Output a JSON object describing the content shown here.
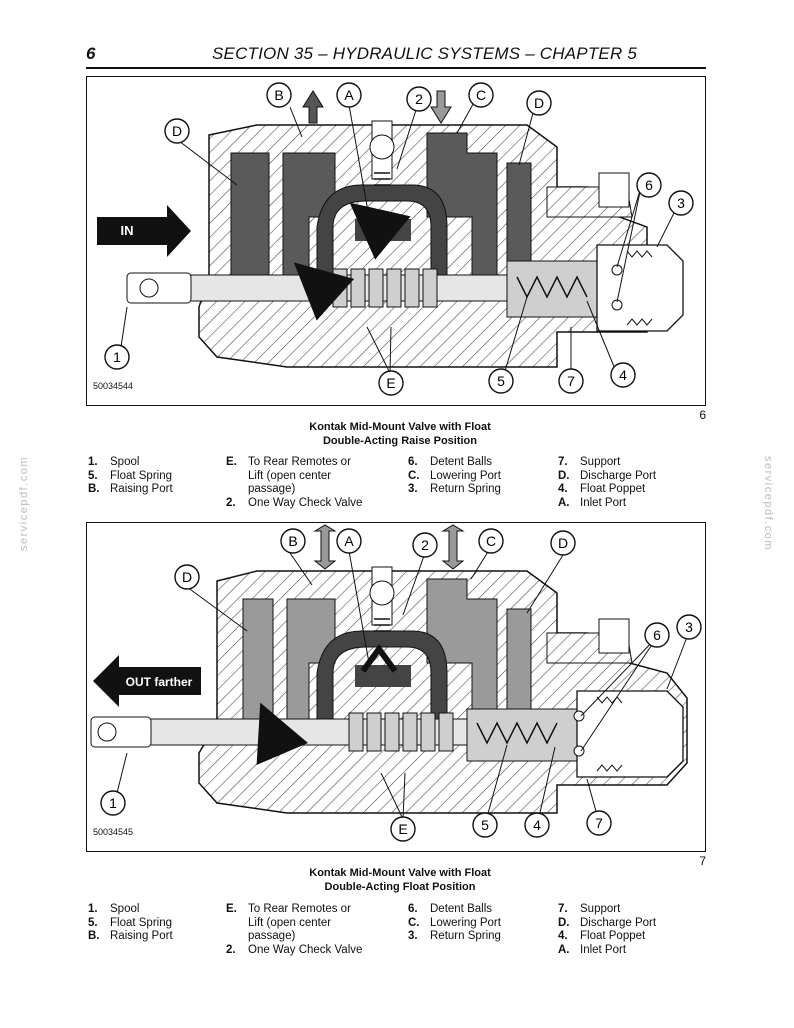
{
  "header": {
    "page_number": "6",
    "section_title": "SECTION 35 – HYDRAULIC SYSTEMS – CHAPTER 5"
  },
  "figures": [
    {
      "code": "50034544",
      "number": "6",
      "caption_line1": "Kontak Mid-Mount Valve with Float",
      "caption_line2": "Double-Acting Raise Position",
      "arrow_text": "IN",
      "callouts": {
        "A": "A",
        "B": "B",
        "C": "C",
        "D": "D",
        "E": "E",
        "n1": "1",
        "n2": "2",
        "n3": "3",
        "n4": "4",
        "n5": "5",
        "n6": "6",
        "n7": "7"
      }
    },
    {
      "code": "50034545",
      "number": "7",
      "caption_line1": "Kontak Mid-Mount Valve with Float",
      "caption_line2": "Double-Acting Float Position",
      "arrow_text": "OUT farther",
      "callouts": {
        "A": "A",
        "B": "B",
        "C": "C",
        "D": "D",
        "E": "E",
        "n1": "1",
        "n2": "2",
        "n3": "3",
        "n4": "4",
        "n5": "5",
        "n6": "6",
        "n7": "7"
      }
    }
  ],
  "legend": {
    "col1": [
      {
        "key": "1.",
        "value": "Spool"
      },
      {
        "key": "5.",
        "value": "Float Spring"
      },
      {
        "key": "B.",
        "value": "Raising Port"
      }
    ],
    "col2": [
      {
        "key": "E.",
        "value": "To Rear Remotes or\nLift (open center\npassage)"
      },
      {
        "key": "2.",
        "value": "One Way Check Valve"
      }
    ],
    "col3": [
      {
        "key": "6.",
        "value": "Detent Balls"
      },
      {
        "key": "C.",
        "value": "Lowering Port"
      },
      {
        "key": "3.",
        "value": "Return Spring"
      }
    ],
    "col4": [
      {
        "key": "7.",
        "value": "Support"
      },
      {
        "key": "D.",
        "value": "Discharge Port"
      },
      {
        "key": "4.",
        "value": "Float Poppet"
      },
      {
        "key": "A.",
        "value": "Inlet Port"
      }
    ]
  },
  "watermark": "servicepdf.com",
  "colors": {
    "hatch": "#444444",
    "dark_gray": "#5a5a5a",
    "mid_gray": "#9a9a9a",
    "light_gray": "#cfcfcf",
    "ink": "#111111"
  }
}
